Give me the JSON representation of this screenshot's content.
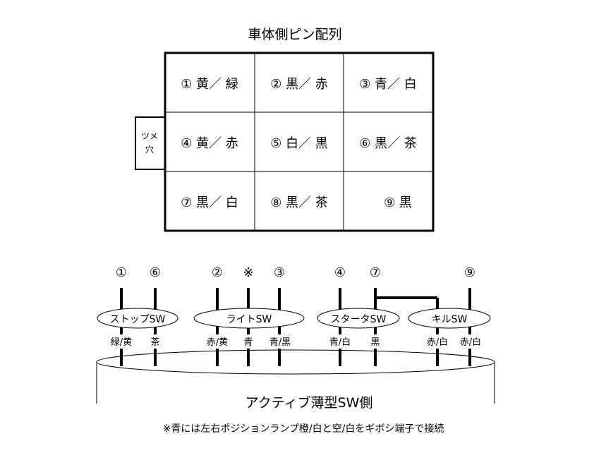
{
  "title": "車体側ピン配列",
  "notch_label": [
    "ツメ",
    "穴"
  ],
  "pin_grid": [
    [
      "① 黄／ 緑",
      "② 黒／ 赤",
      "③ 青／ 白"
    ],
    [
      "④ 黄／ 赤",
      "⑤ 白／ 黒",
      "⑥ 黒／ 茶"
    ],
    [
      "⑦ 黒／ 白",
      "⑧ 黒／ 茶",
      "⑨ 黒"
    ]
  ],
  "terminals": [
    {
      "top": "①",
      "bottom": "緑/黄"
    },
    {
      "top": "⑥",
      "bottom": "茶"
    },
    {
      "top": "②",
      "bottom": "赤/黄"
    },
    {
      "top": "※",
      "bottom": "青"
    },
    {
      "top": "③",
      "bottom": "青/黒"
    },
    {
      "top": "④",
      "bottom": "青/白"
    },
    {
      "top": "⑦",
      "bottom": "黒"
    },
    {
      "top": "",
      "bottom": "赤/白"
    },
    {
      "top": "⑨",
      "bottom": "赤/白"
    }
  ],
  "switches": [
    "ストップSW",
    "ライトSW",
    "スタータSW",
    "キルSW"
  ],
  "connector_label": "アクティブ薄型SW側",
  "footnote": "※青には左右ポジションランプ橙/白と空/白をギボシ端子で接続"
}
